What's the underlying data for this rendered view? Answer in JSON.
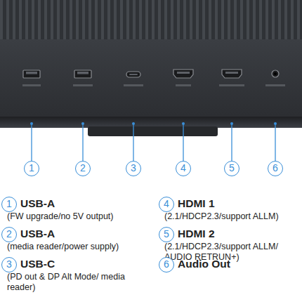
{
  "diagram": {
    "nodes": [
      {
        "text": [
          "1"
        ]
      },
      {
        "text": [
          "2"
        ]
      },
      {
        "text": [
          "3"
        ]
      },
      {
        "text": [
          "4"
        ]
      },
      {
        "text": [
          "5"
        ]
      },
      {
        "text": [
          "6"
        ]
      },
      {
        "text": [
          "1",
          "USB-A",
          "(FW upgrade/no 5V output)"
        ]
      },
      {
        "text": [
          "2",
          "USB-A",
          "(media reader/power supply)"
        ]
      },
      {
        "text": [
          "3",
          "USB-C",
          "(PD out & DP Alt Mode/ media reader)"
        ]
      },
      {
        "text": [
          "4",
          "HDMI 1",
          "(2.1/HDCP2.3/support ALLM)"
        ]
      },
      {
        "text": [
          "5",
          "HDMI 2",
          "(2.1/HDCP2.3/support ALLM/ AUDIO RETRUN+)"
        ]
      },
      {
        "text": [
          "6",
          "Audio Out"
        ]
      }
    ]
  }
}
